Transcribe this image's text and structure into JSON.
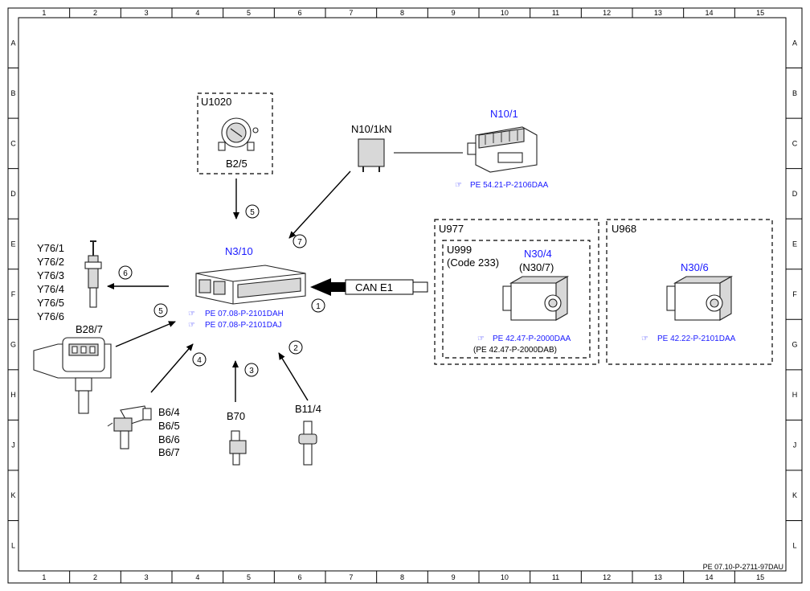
{
  "grid": {
    "columns": [
      "1",
      "2",
      "3",
      "4",
      "5",
      "6",
      "7",
      "8",
      "9",
      "10",
      "11",
      "12",
      "13",
      "14",
      "15"
    ],
    "rows": [
      "A",
      "B",
      "C",
      "D",
      "E",
      "F",
      "G",
      "H",
      "J",
      "K",
      "L"
    ]
  },
  "footer_ref": "PE 07.10-P-2711-97DAU",
  "components": {
    "u1020": {
      "group_label": "U1020",
      "part_label": "B2/5"
    },
    "n10_1kn": {
      "label": "N10/1kN"
    },
    "n10_1": {
      "label": "N10/1",
      "ref": "PE 54.21-P-2106DAA"
    },
    "n3_10": {
      "label": "N3/10",
      "ref1": "PE 07.08-P-2101DAH",
      "ref2": "PE 07.08-P-2101DAJ"
    },
    "y76": {
      "labels": [
        "Y76/1",
        "Y76/2",
        "Y76/3",
        "Y76/4",
        "Y76/5",
        "Y76/6"
      ]
    },
    "b28_7": {
      "label": "B28/7"
    },
    "b6": {
      "labels": [
        "B6/4",
        "B6/5",
        "B6/6",
        "B6/7"
      ]
    },
    "b70": {
      "label": "B70"
    },
    "b11_4": {
      "label": "B11/4"
    },
    "can": {
      "label": "CAN E1"
    },
    "u977": {
      "group_label": "U977"
    },
    "u999": {
      "group_label": "U999",
      "code": "(Code 233)"
    },
    "n30_4": {
      "label": "N30/4",
      "alt_label": "(N30/7)",
      "ref": "PE 42.47-P-2000DAA",
      "ref_alt": "(PE 42.47-P-2000DAB)"
    },
    "u968": {
      "group_label": "U968"
    },
    "n30_6": {
      "label": "N30/6",
      "ref": "PE 42.22-P-2101DAA"
    }
  },
  "callouts": [
    "1",
    "2",
    "3",
    "4",
    "5",
    "5",
    "6",
    "7"
  ]
}
